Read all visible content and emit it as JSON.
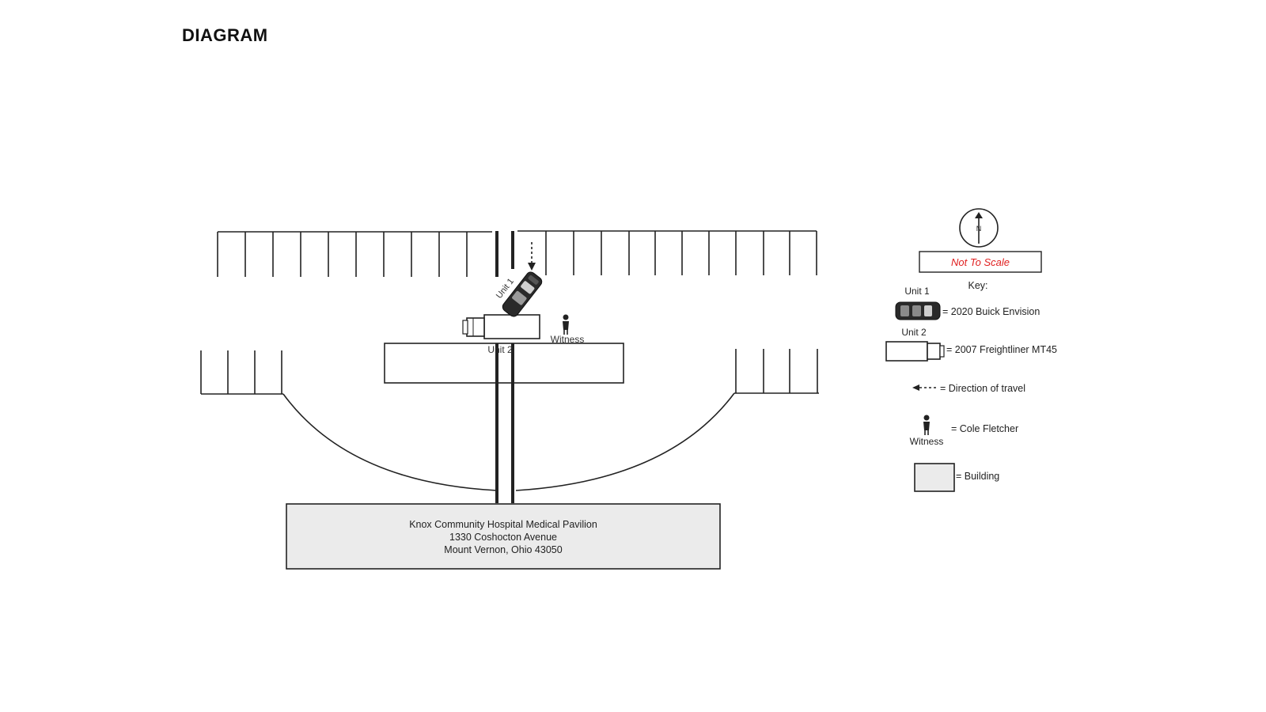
{
  "page": {
    "title": "DIAGRAM"
  },
  "labels": {
    "unit1_on_vehicle": "Unit 1",
    "unit2_on_vehicle": "Unit 2",
    "witness_on_scene": "Witness"
  },
  "building": {
    "line1": "Knox Community Hospital Medical Pavilion",
    "line2": "1330 Coshocton Avenue",
    "line3": "Mount Vernon, Ohio 43050"
  },
  "compass": {
    "letter": "N",
    "icon": "north-arrow-icon"
  },
  "scale_note": {
    "text": "Not To Scale",
    "color": "#e02020"
  },
  "key": {
    "title": "Key:",
    "unit1": {
      "label": "Unit 1",
      "description": "= 2020 Buick Envision",
      "icon": "car-icon"
    },
    "unit2": {
      "label": "Unit 2",
      "description": "= 2007 Freightliner MT45",
      "icon": "truck-icon"
    },
    "direction": {
      "description": "= Direction of travel",
      "icon": "dashed-arrow-icon"
    },
    "witness": {
      "label": "Witness",
      "description": "= Cole Fletcher",
      "icon": "person-icon"
    },
    "building": {
      "description": "= Building",
      "icon": "building-box-icon"
    }
  },
  "colors": {
    "line": "#222222",
    "building_fill": "#ebebeb",
    "vehicle_dark": "#2a2a2a"
  }
}
